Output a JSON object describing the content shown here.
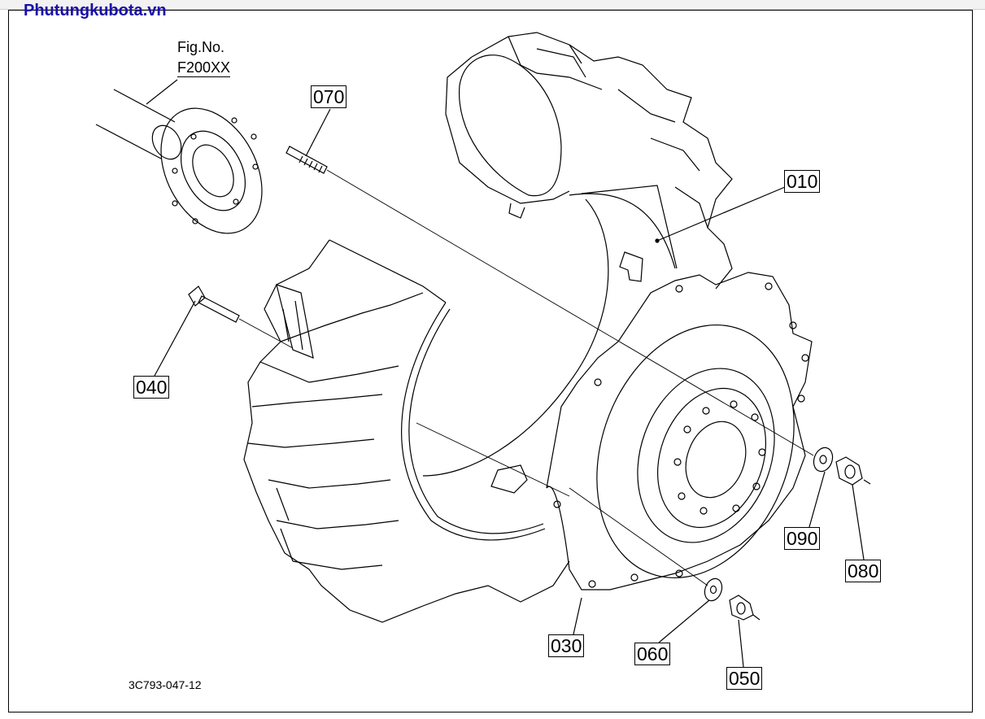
{
  "watermark": "Phutungkubota.vn",
  "figure": {
    "label": "Fig.No.",
    "code": "F200XX"
  },
  "drawing_id": "3C793-047-12",
  "callouts": {
    "c010": "010",
    "c030": "030",
    "c040": "040",
    "c050": "050",
    "c060": "060",
    "c070": "070",
    "c080": "080",
    "c090": "090"
  }
}
